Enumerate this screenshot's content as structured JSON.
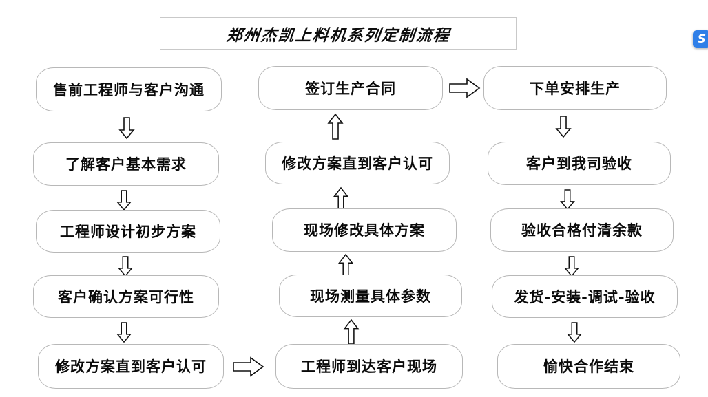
{
  "title": {
    "text": "郑州杰凯上料机系列定制流程"
  },
  "badge": {
    "glyph": "S",
    "color": "#2f7fe8"
  },
  "colors": {
    "node_border": "#b8b8b8",
    "node_fill": "#ffffff",
    "text": "#0a0a0a",
    "arrow_stroke": "#111111",
    "title_border": "#c9c9c9",
    "background": "#ffffff"
  },
  "columns": [
    {
      "id": "column-1",
      "nodes": [
        {
          "id": "node-1-1",
          "label": "售前工程师与客户沟通"
        },
        {
          "id": "node-1-2",
          "label": "了解客户基本需求"
        },
        {
          "id": "node-1-3",
          "label": "工程师设计初步方案"
        },
        {
          "id": "node-1-4",
          "label": "客户确认方案可行性"
        },
        {
          "id": "node-1-5",
          "label": "修改方案直到客户认可"
        }
      ]
    },
    {
      "id": "column-2",
      "nodes": [
        {
          "id": "node-2-1",
          "label": "签订生产合同"
        },
        {
          "id": "node-2-2",
          "label": "修改方案直到客户认可"
        },
        {
          "id": "node-2-3",
          "label": "现场修改具体方案"
        },
        {
          "id": "node-2-4",
          "label": "现场测量具体参数"
        },
        {
          "id": "node-2-5",
          "label": "工程师到达客户现场"
        }
      ]
    },
    {
      "id": "column-3",
      "nodes": [
        {
          "id": "node-3-1",
          "label": "下单安排生产"
        },
        {
          "id": "node-3-2",
          "label": "客户到我司验收"
        },
        {
          "id": "node-3-3",
          "label": "验收合格付清余款"
        },
        {
          "id": "node-3-4",
          "label": "发货-安装-调试-验收"
        },
        {
          "id": "node-3-5",
          "label": "愉快合作结束"
        }
      ]
    }
  ],
  "arrows": [
    {
      "id": "arrow-1-1",
      "direction": "down"
    },
    {
      "id": "arrow-1-2",
      "direction": "down"
    },
    {
      "id": "arrow-1-3",
      "direction": "down"
    },
    {
      "id": "arrow-1-4",
      "direction": "down"
    },
    {
      "id": "arrow-col1-to-col2",
      "direction": "right"
    },
    {
      "id": "arrow-2-1",
      "direction": "up"
    },
    {
      "id": "arrow-2-2",
      "direction": "up"
    },
    {
      "id": "arrow-2-3",
      "direction": "up"
    },
    {
      "id": "arrow-2-4",
      "direction": "up"
    },
    {
      "id": "arrow-col2-to-col3",
      "direction": "right"
    },
    {
      "id": "arrow-3-1",
      "direction": "down"
    },
    {
      "id": "arrow-3-2",
      "direction": "down"
    },
    {
      "id": "arrow-3-3",
      "direction": "down"
    },
    {
      "id": "arrow-3-4",
      "direction": "down"
    }
  ]
}
